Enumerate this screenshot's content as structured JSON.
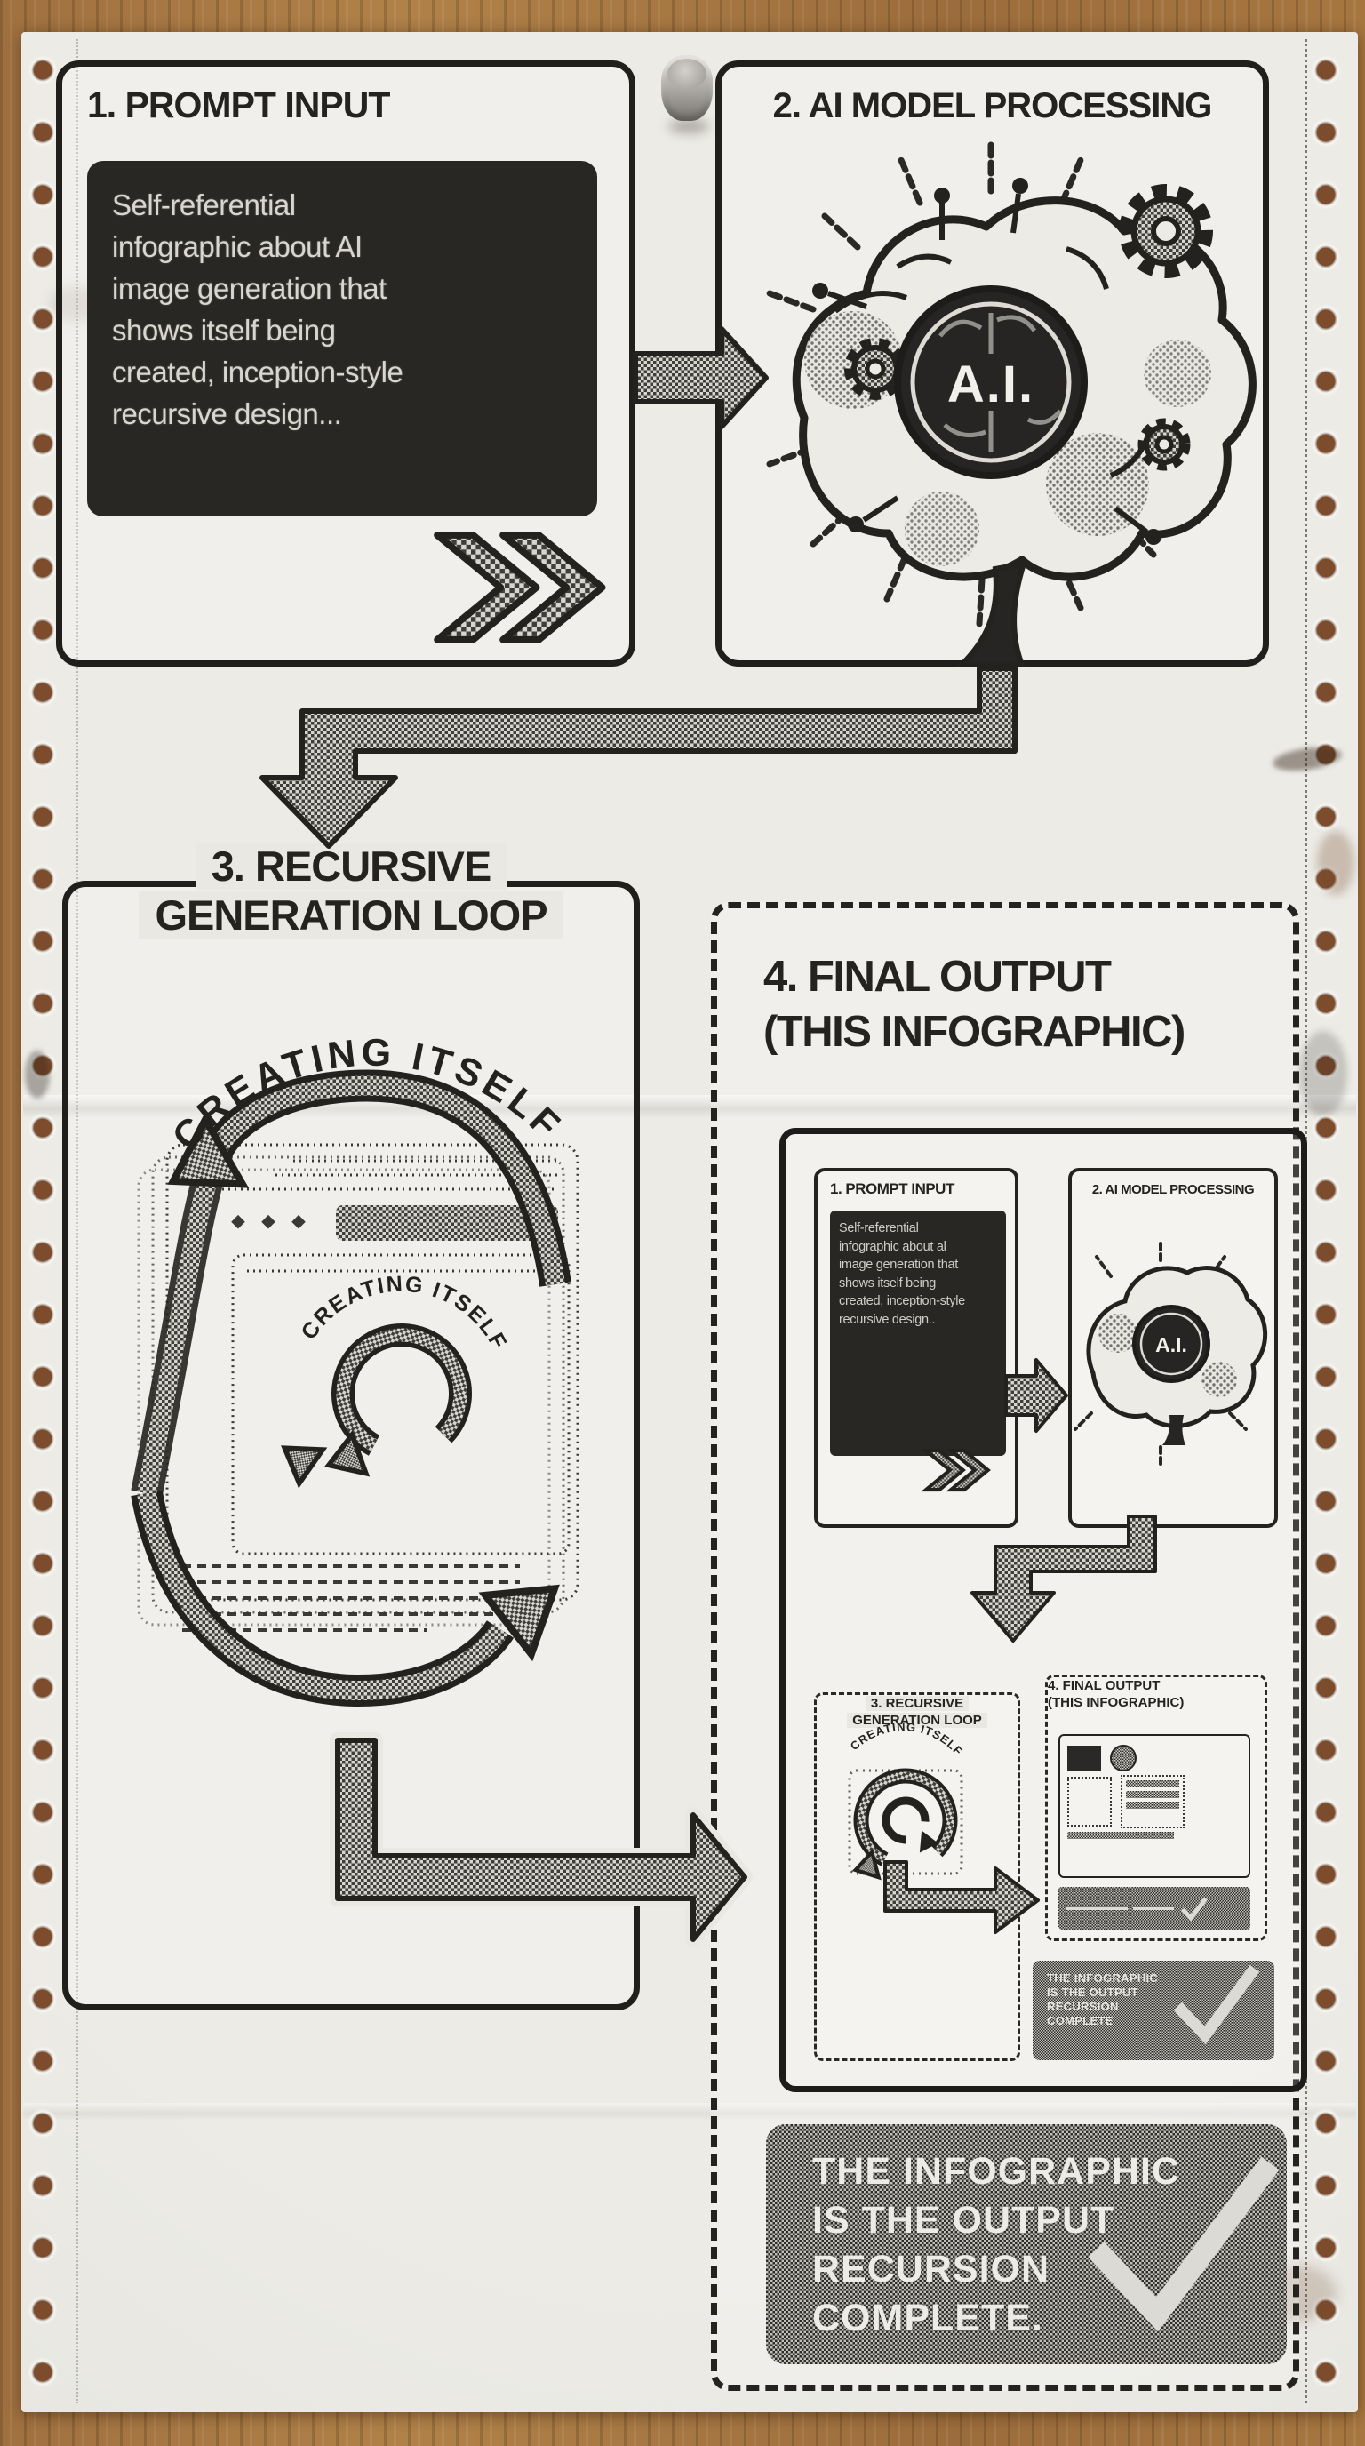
{
  "poster": {
    "step1": {
      "title": "1. PROMPT INPUT",
      "prompt_lines": [
        "Self-referential",
        "infographic about AI",
        "image generation that",
        "shows itself being",
        "created, inception-style",
        "recursive design..."
      ]
    },
    "step2": {
      "title": "2. AI MODEL PROCESSING",
      "brain_label": "A.I."
    },
    "step3": {
      "title_line1": "3. RECURSIVE",
      "title_line2": "GENERATION LOOP",
      "arc_text": "CREATING ITSELF",
      "inner_arc_text": "CREATING ITSELF"
    },
    "step4": {
      "title_line1": "4. FINAL OUTPUT",
      "title_line2": "(THIS INFOGRAPHIC)"
    },
    "mini": {
      "step1": {
        "title": "1. PROMPT INPUT",
        "prompt_lines": [
          "Self-referential",
          "infographic about al",
          "image generation that",
          "shows itself being",
          "created, inception-style",
          "recursive design.."
        ]
      },
      "step2": {
        "title": "2. AI MODEL PROCESSING",
        "brain_label": "A.I."
      },
      "step3": {
        "title_line1": "3. RECURSIVE",
        "title_line2": "GENERATION LOOP",
        "arc_text": "CREATING ITSELF"
      },
      "step4": {
        "title_line1": "4. FINAL OUTPUT",
        "title_line2": "(THIS INFOGRAPHIC)"
      },
      "result_lines": [
        "THE INFOGRAPHIC",
        "IS THE OUTPUT",
        "RECURSION",
        "COMPLETE"
      ]
    },
    "result": {
      "lines": [
        "THE INFOGRAPHIC",
        "IS THE OUTPUT",
        "RECURSION",
        "COMPLETE."
      ]
    },
    "icons": {
      "step1_arrow": "double-chevron-right-icon",
      "flow_arrows": "elbow-arrow-icon",
      "result_check": "checkmark-icon",
      "loop": "recycle-loop-icon"
    },
    "colors": {
      "paper": "#ecebe6",
      "ink": "#242320",
      "prompt_block": "#282724",
      "halftone_dark": "#2e2d29",
      "halftone_light": "#c2c0ba",
      "wood": "#a6763f",
      "pin_gray": "#b3b0ab",
      "hole_brown": "#7d4c2c"
    }
  }
}
